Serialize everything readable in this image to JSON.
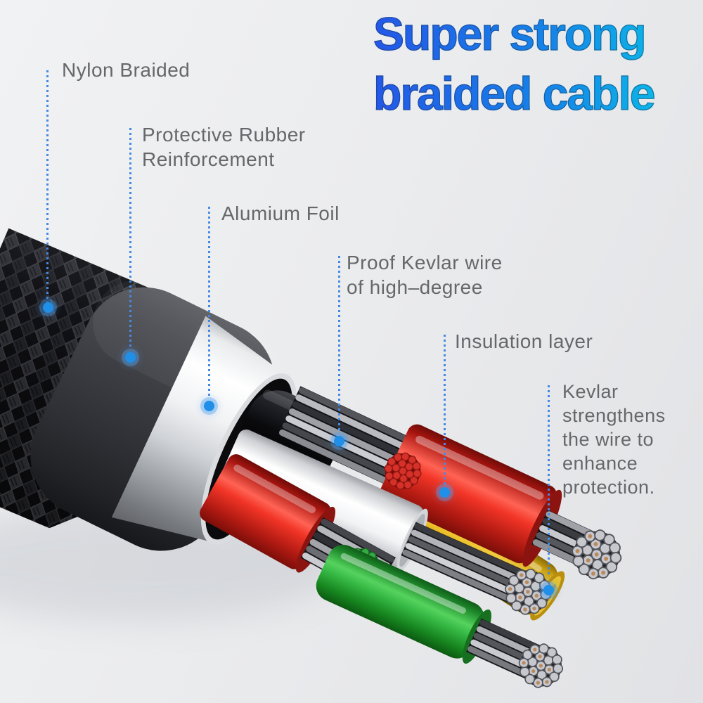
{
  "title": {
    "line1": "Super strong",
    "line2": "braided cable",
    "gradient_start": "#2457e8",
    "gradient_end": "#07c9e9"
  },
  "callouts": [
    {
      "id": "nylon-braided",
      "label": "Nylon Braided"
    },
    {
      "id": "protective-rubber",
      "label": "Protective Rubber\nReinforcement"
    },
    {
      "id": "aluminum-foil",
      "label": "Alumium Foil"
    },
    {
      "id": "proof-kevlar-wire",
      "label": "Proof Kevlar wire\nof high–degree"
    },
    {
      "id": "insulation-layer",
      "label": "Insulation layer"
    },
    {
      "id": "kevlar-note",
      "label": "Kevlar\nstrengthens\nthe wire to\nenhance\nprotection."
    }
  ],
  "colors": {
    "callout_blue": "#1f8fe8",
    "label_gray": "#66676b",
    "braid_black": "#0c0c0f",
    "rubber_gray": "#3a3b40",
    "foil_silver": "#d5d7da",
    "wire_red": "#f23527",
    "wire_white": "#f2f3f5",
    "wire_yellow": "#e9bc22",
    "wire_green": "#35b744",
    "strand_steel": "#c6c8cd",
    "strand_copper": "#bb8a5c"
  }
}
